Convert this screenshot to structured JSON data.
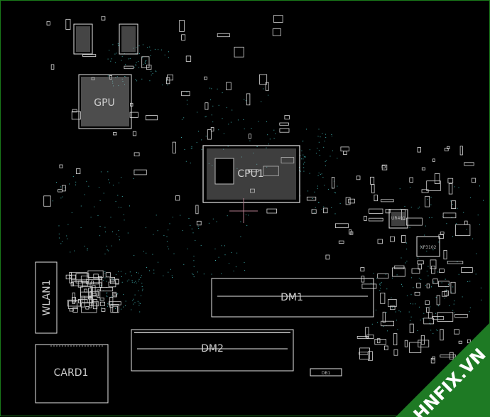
{
  "board": {
    "colors": {
      "background": "#000000",
      "outline": "#e6e6e6",
      "pad": "#c8c8c8",
      "via": "#3fb0b0",
      "border": "#1a7a1a",
      "marker": "#b07a8a",
      "watermark_bg": "#1e7a24"
    }
  },
  "labels": {
    "gpu": "GPU",
    "cpu": "CPU1",
    "dimm1": "DM1",
    "dimm2": "DM2",
    "wlan": "WLAN1",
    "card": "CARD1",
    "db": "DB1",
    "chip_a": "UR401",
    "chip_b": "XP3102"
  },
  "watermark": {
    "text": "HNFIX.VN"
  }
}
